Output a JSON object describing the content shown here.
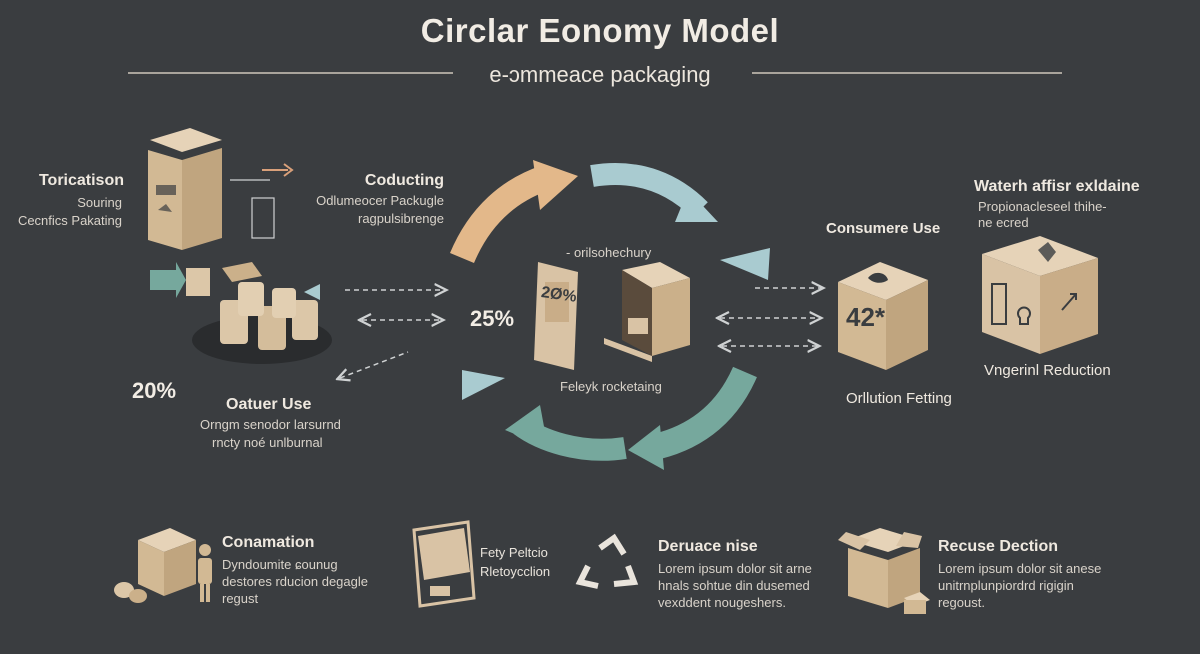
{
  "header": {
    "title": "Circlar Eonomy Model",
    "subtitle": "e-ɔmmeace packaging"
  },
  "nodes": {
    "top_left": {
      "title": "Toricatison",
      "line1": "Souring",
      "line2": "Cecnfics Pakating"
    },
    "top_mid": {
      "title": "Coducting",
      "line1": "Odlumeocer Packugle",
      "line2": "ragpulsibrenge"
    },
    "center": {
      "label_top": "- orilsohechury",
      "label_bottom": "Feleyk rocketaing",
      "percent": "25%",
      "card_text": "2Ø%"
    },
    "left_mid": {
      "percent": "20%",
      "title": "Oatuer Use",
      "line1": "Orngm senodor larsurnd",
      "line2": "rncty noé unlburnal"
    },
    "right_consumer": {
      "title": "Consumere Use",
      "box_text": "42*",
      "bottom": "Orllution Fetting"
    },
    "right_far": {
      "title": "Waterh affisr exldaine",
      "line1": "Propionacleseel thihe-",
      "line2": "ne ecred",
      "bottom": "Vngerinl Reduction"
    }
  },
  "bottom_row": [
    {
      "title": "Conamation",
      "lines": [
        "Dyndoumite ɕounug",
        "destores rducion degagle",
        "regust"
      ]
    },
    {
      "title": "Fety Peltcio",
      "lines": [
        "Rletoycclion"
      ]
    },
    {
      "title": "Deruace nise",
      "lines": [
        "Lorem ipsum dolor sit arne",
        "hnals sohtue din dusemed",
        "vexddent nougeshers."
      ]
    },
    {
      "title": "Recuse Dection",
      "lines": [
        "Lorem ipsum dolor sit anese",
        "unitrnplunpiordrd rigigin",
        "regoust."
      ]
    }
  ],
  "colors": {
    "background": "#3a3d40",
    "arrow_tan": "#e3b88a",
    "arrow_blue": "#a9cbd0",
    "arrow_teal": "#76a89d",
    "cardboard": "#d9c3a5"
  }
}
